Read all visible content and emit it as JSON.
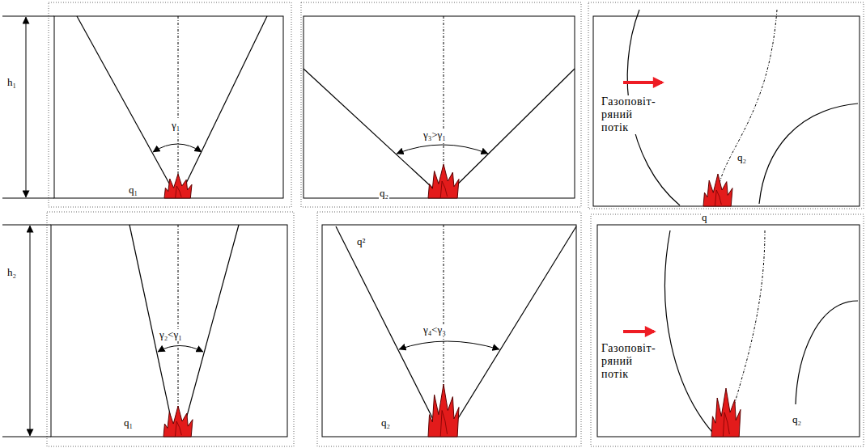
{
  "diagram": {
    "labels": [
      "h₁",
      "γ₁",
      "q₁",
      "γ₃>γ₁",
      "q₂",
      "Газоповіт- ряний потік",
      "q₂",
      "h₂",
      "γ₂<γ₁",
      "q₁",
      "q²",
      "γ₄<γ₃",
      "q₂",
      "q",
      "Газоповіт- ряний потік",
      "q₂"
    ]
  }
}
